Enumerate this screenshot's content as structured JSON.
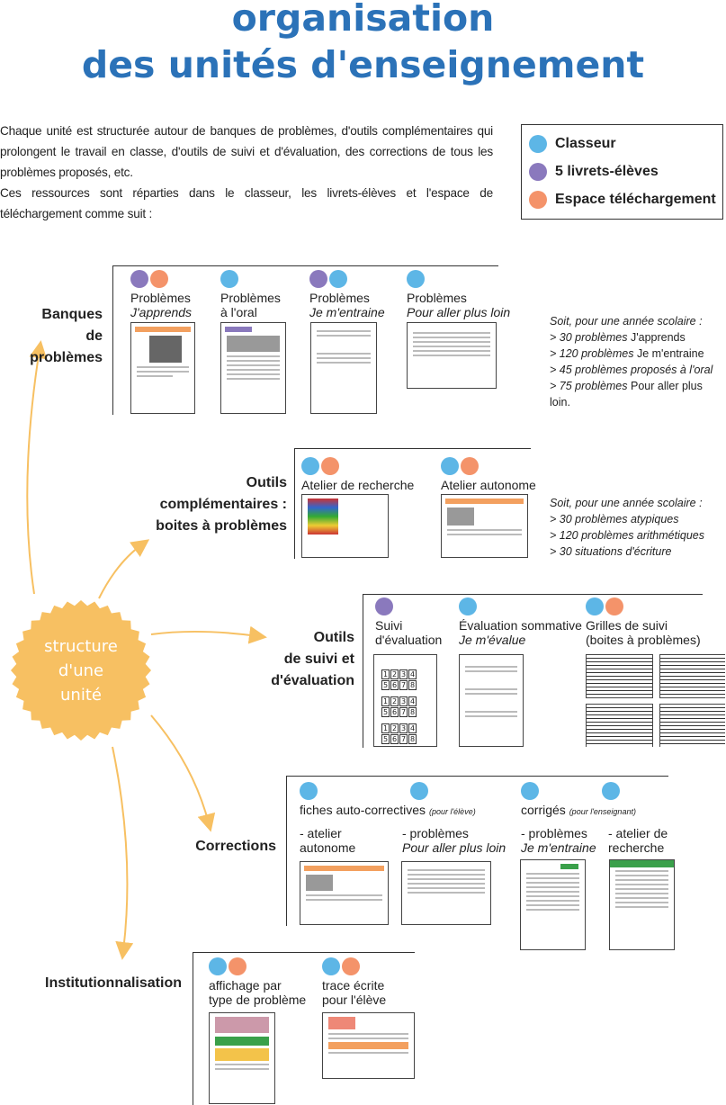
{
  "title": {
    "line1": "organisation",
    "line2": "des unités d'enseignement"
  },
  "intro": {
    "p1": "Chaque unité est structurée autour de banques de problèmes, d'outils complémentaires qui prolongent le travail en classe, d'outils de suivi et d'évaluation, des corrections de tous les problèmes proposés, etc.",
    "p2": "Ces ressources sont réparties dans le classeur, les livrets-élèves et l'espace de téléchargement comme suit :"
  },
  "legend": [
    {
      "label": "Classeur",
      "color": "#5db6e6"
    },
    {
      "label": "5 livrets-élèves",
      "color": "#8a79bd"
    },
    {
      "label": "Espace téléchargement",
      "color": "#f4936a"
    }
  ],
  "center": {
    "line1": "structure",
    "line2": "d'une",
    "line3": "unité",
    "color": "#f7c062"
  },
  "sections": {
    "banques": {
      "label": [
        "Banques",
        "de",
        "problèmes"
      ],
      "cols": [
        {
          "l1": "Problèmes",
          "l2": "J'apprends",
          "dots": [
            "purple",
            "orange"
          ]
        },
        {
          "l1": "Problèmes",
          "l2": "à l'oral",
          "dots": [
            "blue"
          ]
        },
        {
          "l1": "Problèmes",
          "l2": "Je m'entraine",
          "dots": [
            "purple",
            "blue"
          ]
        },
        {
          "l1": "Problèmes",
          "l2": "Pour aller plus loin",
          "dots": [
            "blue"
          ]
        }
      ],
      "note": {
        "head": "Soit, pour une année scolaire :",
        "lines": [
          [
            "> 30 problèmes ",
            "J'apprends"
          ],
          [
            "> 120 problèmes ",
            "Je m'entraine"
          ],
          [
            "> 45 problèmes proposés à l'oral",
            ""
          ],
          [
            "> 75 problèmes ",
            "Pour aller plus loin."
          ]
        ]
      }
    },
    "outils_comp": {
      "label": [
        "Outils",
        "complémentaires :",
        "boites à problèmes"
      ],
      "cols": [
        {
          "l1": "Atelier de recherche",
          "dots": [
            "blue",
            "orange"
          ]
        },
        {
          "l1": "Atelier autonome",
          "dots": [
            "blue",
            "orange"
          ]
        }
      ],
      "note": {
        "head": "Soit, pour une année scolaire :",
        "lines": [
          "> 30 problèmes atypiques",
          "> 120 problèmes arithmétiques",
          "> 30 situations d'écriture"
        ]
      }
    },
    "suivi": {
      "label": [
        "Outils",
        "de suivi et",
        "d'évaluation"
      ],
      "cols": [
        {
          "l1": "Suivi",
          "l2": "d'évaluation",
          "dots": [
            "purple"
          ]
        },
        {
          "l1": "Évaluation sommative",
          "l2": "Je m'évalue",
          "dots": [
            "blue"
          ]
        },
        {
          "l1": "Grilles de suivi",
          "l2": "(boites à problèmes)",
          "dots": [
            "blue",
            "orange"
          ]
        }
      ],
      "digits": [
        "1",
        "2",
        "3",
        "4",
        "5",
        "6",
        "7",
        "8"
      ]
    },
    "corrections": {
      "label": "Corrections",
      "fiches": "fiches auto-correctives",
      "fiches_small": "(pour l'élève)",
      "corriges": "corrigés",
      "corriges_small": "(pour l'enseignant)",
      "cols": [
        {
          "l1": "- atelier",
          "l2": "autonome"
        },
        {
          "l1": "- problèmes",
          "l2": "Pour aller plus loin"
        },
        {
          "l1": "- problèmes",
          "l2": "Je m'entraine"
        },
        {
          "l1": "- atelier de",
          "l2": "recherche"
        }
      ]
    },
    "institution": {
      "label": "Institutionnalisation",
      "cols": [
        {
          "l1": "affichage par",
          "l2": "type de problème",
          "dots": [
            "blue",
            "orange"
          ]
        },
        {
          "l1": "trace écrite",
          "l2": "pour l'élève",
          "dots": [
            "blue",
            "orange"
          ]
        }
      ]
    }
  }
}
